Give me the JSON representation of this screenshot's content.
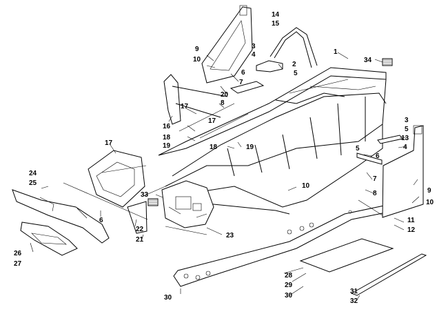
{
  "callouts": [
    "1",
    "2",
    "3",
    "4",
    "5",
    "6",
    "7",
    "8",
    "9",
    "10",
    "11",
    "12",
    "13",
    "14",
    "15",
    "16",
    "17",
    "18",
    "19",
    "20",
    "21",
    "22",
    "23",
    "24",
    "25",
    "26",
    "27",
    "28",
    "29",
    "30",
    "31",
    "32",
    "33",
    "34"
  ],
  "labels": {
    "n1": "1",
    "n2": "2",
    "n3a": "3",
    "n4a": "4",
    "n5a": "5",
    "n6a": "6",
    "n7a": "7",
    "n8a": "8",
    "n9a": "9",
    "n10a": "10",
    "n14": "14",
    "n15": "15",
    "n16": "16",
    "n17a": "17",
    "n17b": "17",
    "n17c": "17",
    "n18a": "18",
    "n18b": "18",
    "n19a": "19",
    "n19b": "19",
    "n20": "20",
    "n3b": "3",
    "n5b": "5",
    "n13": "13",
    "n4b": "4",
    "n5c": "5",
    "n6b": "6",
    "n7b": "7",
    "n8b": "8",
    "n10b": "10",
    "n9b": "9",
    "n10c": "10",
    "n11": "11",
    "n12": "12",
    "n34": "34",
    "n33": "33",
    "n24": "24",
    "n25": "25",
    "n6c": "6",
    "n22": "22",
    "n21": "21",
    "n23": "23",
    "n26": "26",
    "n27": "27",
    "n28": "28",
    "n29": "29",
    "n30a": "30",
    "n30b": "30",
    "n31": "31",
    "n32": "32"
  }
}
